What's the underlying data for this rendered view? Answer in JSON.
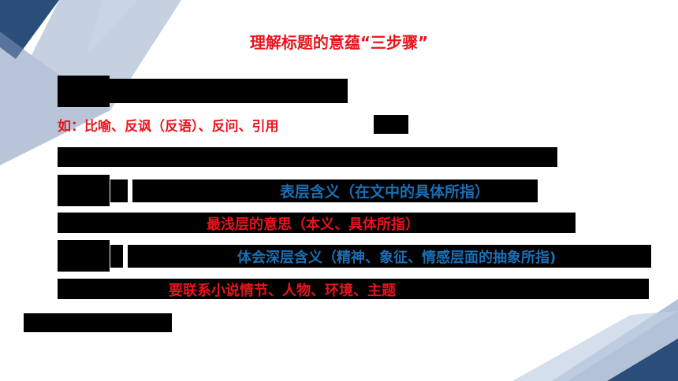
{
  "title": "理解标题的意蕴“三步骤”",
  "rows": {
    "example": "如：比喻、反讽（反语）、反问、引用",
    "surface": "表层含义（在文中的具体所指）",
    "surface_note": "最浅层的意思（本义、具体所指）",
    "deep": "体会深层含义（精神、象征、情感层面的抽象所指)",
    "deep_note": "要联系小说情节、人物、环境、主题"
  },
  "colors": {
    "title": "#e8141c",
    "blue": "#1a6fb5",
    "mask": "#000000"
  }
}
